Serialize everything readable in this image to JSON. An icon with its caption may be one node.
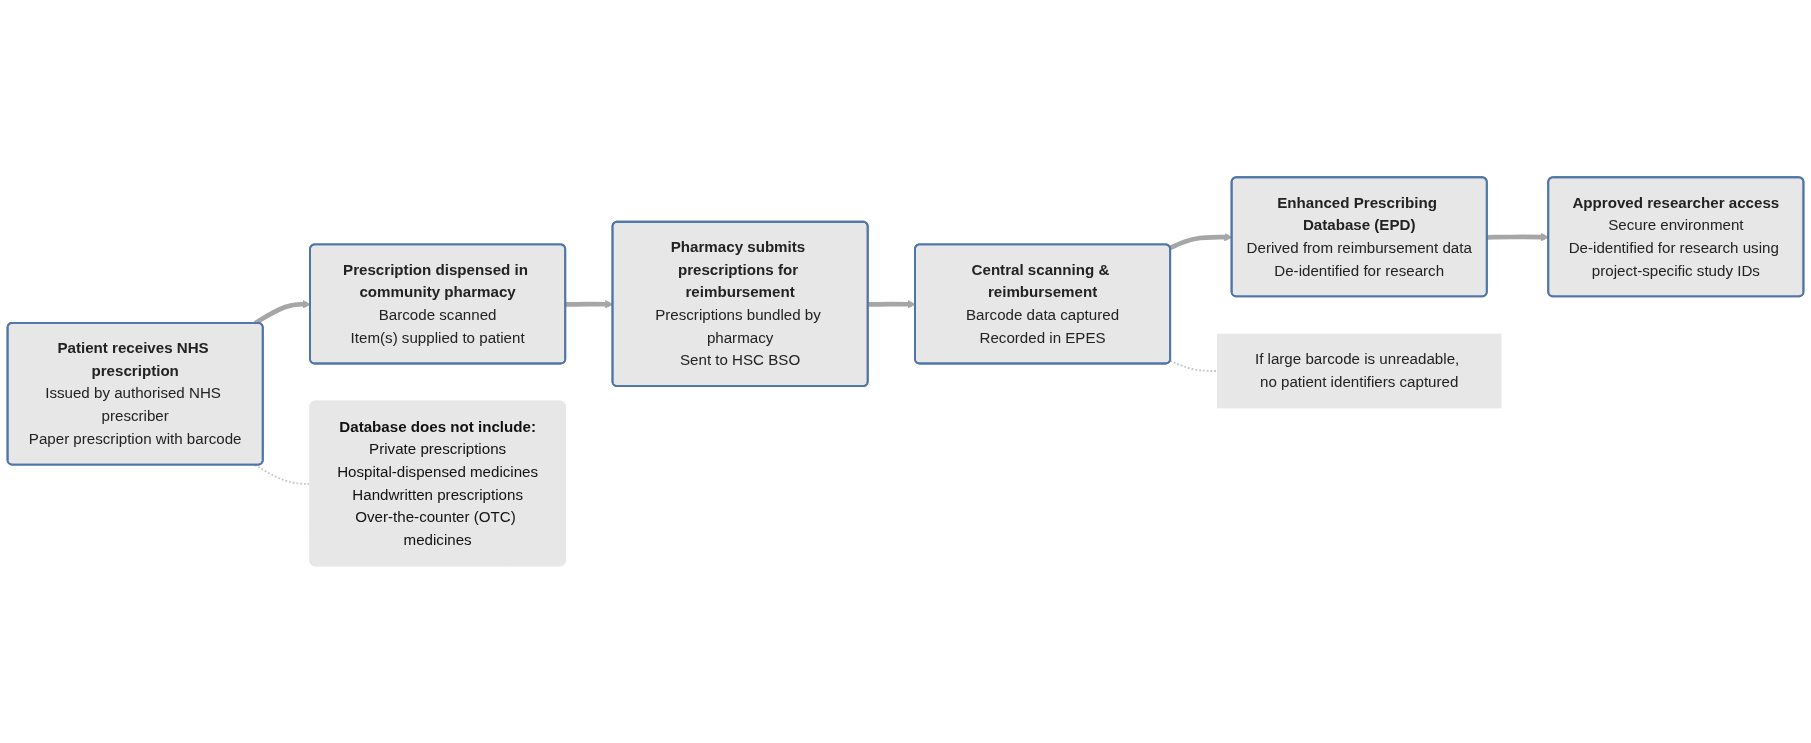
{
  "diagram": {
    "nodes": [
      {
        "text": [
          "Patient receives NHS prescription",
          "Issued by authorised NHS prescriber",
          "Paper prescription with barcode"
        ]
      },
      {
        "text": [
          "Prescription dispensed in community pharmacy",
          "Barcode scanned",
          "Item(s) supplied to patient"
        ]
      },
      {
        "text": [
          "Pharmacy submits prescriptions for reimbursement",
          "Prescriptions bundled by pharmacy",
          "Sent to HSC BSO"
        ]
      },
      {
        "text": [
          "Central scanning & reimbursement",
          "Barcode data captured",
          "Recorded in EPES"
        ]
      },
      {
        "text": [
          "Enhanced Prescribing Database (EPD)",
          "Derived from reimbursement data",
          "De-identified for research"
        ]
      },
      {
        "text": [
          "Approved researcher access",
          "Secure environment",
          "De-identified for research using project-specific study IDs"
        ]
      },
      {
        "text": [
          "Database does not include:",
          "Private prescriptions",
          "Hospital-dispensed medicines",
          "Handwritten prescriptions",
          "Over-the-counter (OTC) medicines"
        ]
      },
      {
        "text": [
          "If large barcode is unreadable, no patient identifiers captured"
        ]
      }
    ],
    "edges": [
      {
        "from": 0,
        "to": 1,
        "arrow": "to"
      },
      {
        "from": 1,
        "to": 2,
        "arrow": "to"
      },
      {
        "from": 2,
        "to": 3,
        "arrow": "to"
      },
      {
        "from": 3,
        "to": 4,
        "arrow": "to"
      },
      {
        "from": 4,
        "to": 5,
        "arrow": "to"
      },
      {
        "from": 0,
        "to": 6,
        "arrow": "none",
        "style": "dashed"
      },
      {
        "from": 3,
        "to": 7,
        "arrow": "none",
        "style": "dashed"
      }
    ]
  }
}
